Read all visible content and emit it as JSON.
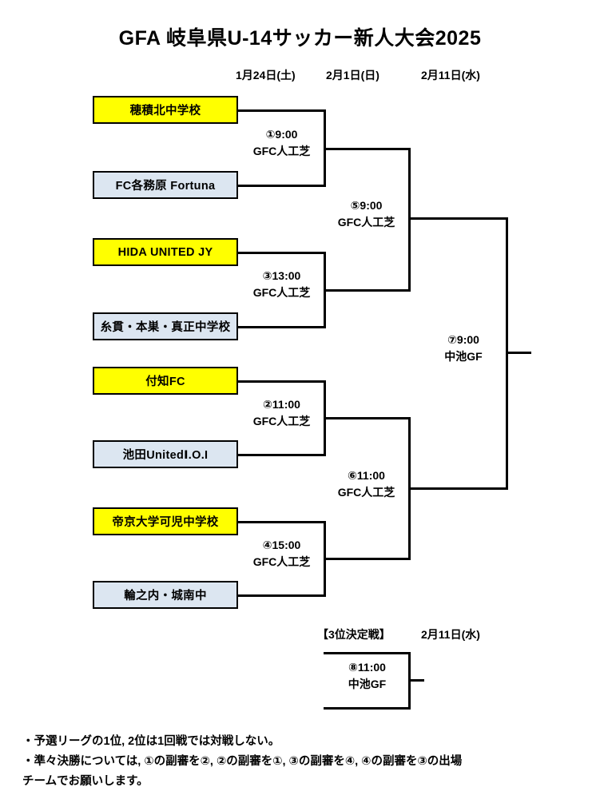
{
  "header": {
    "title": "GFA 岐阜県U-14サッカー新人大会2025"
  },
  "dates": {
    "round1": "1月24日(土)",
    "semifinal": "2月1日(日)",
    "final": "2月11日(水)"
  },
  "third_place_header": {
    "label": "【3位決定戦】",
    "date": "2月11日(水)"
  },
  "bracket": {
    "teams": [
      {
        "name": "穂積北中学校",
        "seeded": true
      },
      {
        "name": "FC各務原 Fortuna",
        "seeded": false
      },
      {
        "name": "HIDA UNITED JY",
        "seeded": true
      },
      {
        "name": "糸貫・本巣・真正中学校",
        "seeded": false
      },
      {
        "name": "付知FC",
        "seeded": true
      },
      {
        "name": "池田UnitedⅠ.O.I",
        "seeded": false
      },
      {
        "name": "帝京大学可児中学校",
        "seeded": true
      },
      {
        "name": "輪之内・城南中",
        "seeded": false
      }
    ],
    "matches": [
      {
        "no": "①",
        "time": "9:00",
        "venue": "GFC人工芝"
      },
      {
        "no": "③",
        "time": "13:00",
        "venue": "GFC人工芝"
      },
      {
        "no": "②",
        "time": "11:00",
        "venue": "GFC人工芝"
      },
      {
        "no": "④",
        "time": "15:00",
        "venue": "GFC人工芝"
      },
      {
        "no": "⑤",
        "time": "9:00",
        "venue": "GFC人工芝"
      },
      {
        "no": "⑥",
        "time": "11:00",
        "venue": "GFC人工芝"
      },
      {
        "no": "⑦",
        "time": "9:00",
        "venue": "中池GF"
      },
      {
        "no": "⑧",
        "time": "11:00",
        "venue": "中池GF"
      }
    ],
    "match_lines": {
      "m1_l1": "①9:00",
      "m1_l2": "GFC人工芝",
      "m3_l1": "③13:00",
      "m3_l2": "GFC人工芝",
      "m2_l1": "②11:00",
      "m2_l2": "GFC人工芝",
      "m4_l1": "④15:00",
      "m4_l2": "GFC人工芝",
      "m5_l1": "⑤9:00",
      "m5_l2": "GFC人工芝",
      "m6_l1": "⑥11:00",
      "m6_l2": "GFC人工芝",
      "m7_l1": "⑦9:00",
      "m7_l2": "中池GF",
      "m8_l1": "⑧11:00",
      "m8_l2": "中池GF"
    }
  },
  "notes": {
    "line1": "・予選リーグの1位, 2位は1回戦では対戦しない。",
    "line2": "・準々決勝については, ①の副審を②, ②の副審を①, ③の副審を④, ④の副審を③の出場",
    "line3": "チームでお願いします。"
  },
  "colors": {
    "seed_box": "#ffff00",
    "other_box": "#dce6f1",
    "line": "#000000",
    "background": "#ffffff"
  }
}
